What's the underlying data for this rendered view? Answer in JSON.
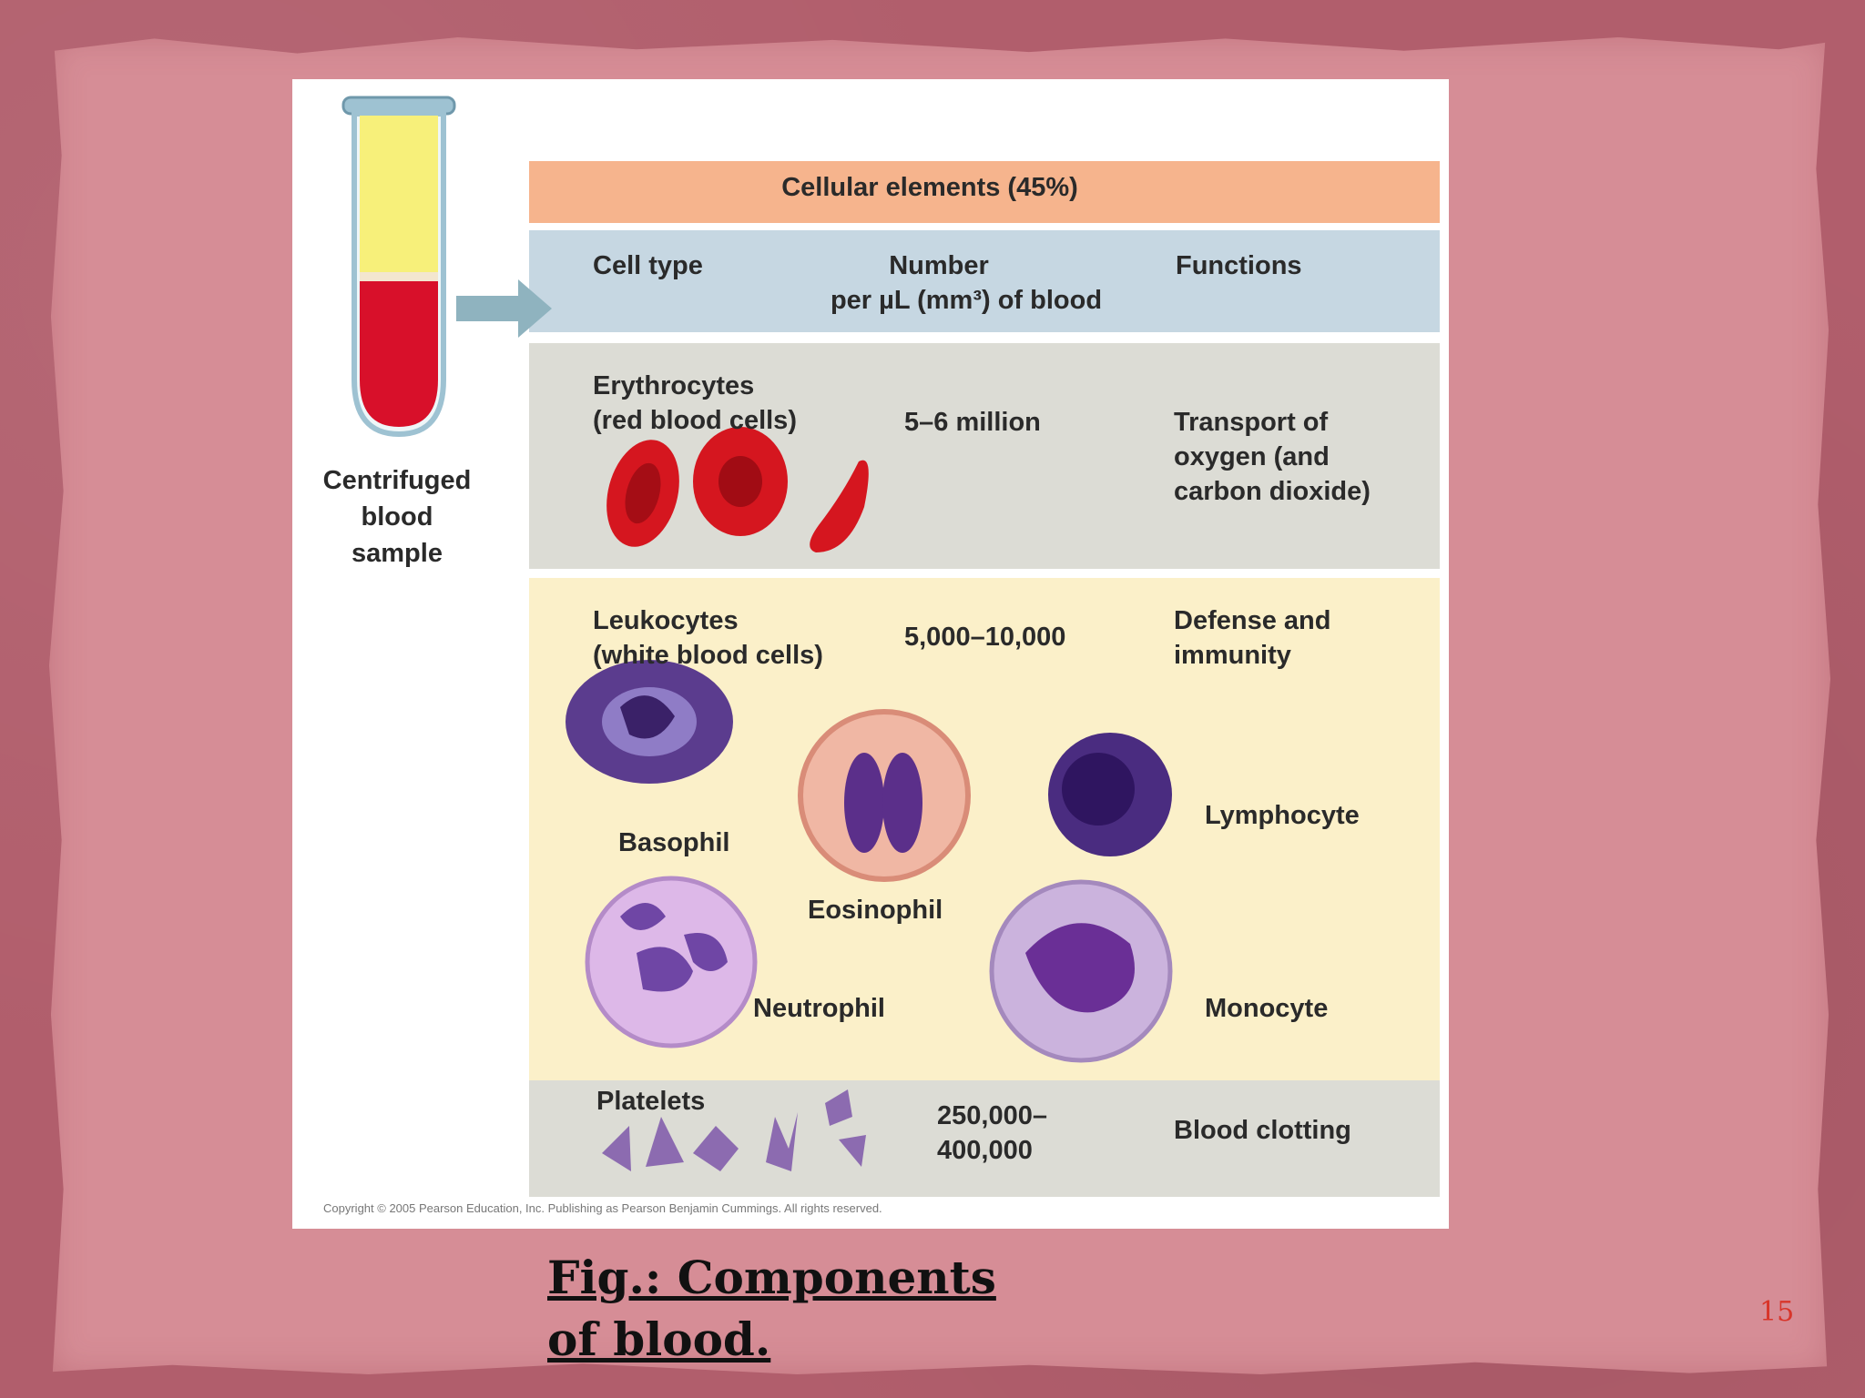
{
  "figure": {
    "header": "Cellular elements (45%)",
    "columns": {
      "cell_type": "Cell type",
      "number_line1": "Number",
      "number_line2": "per µL (mm³) of blood",
      "functions": "Functions"
    },
    "tube_label": [
      "Centrifuged",
      "blood",
      "sample"
    ],
    "erythrocytes": {
      "name_line1": "Erythrocytes",
      "name_line2": "(red blood cells)",
      "number": "5–6 million",
      "function_lines": [
        "Transport of",
        "oxygen (and",
        "carbon dioxide)"
      ]
    },
    "leukocytes": {
      "name_line1": "Leukocytes",
      "name_line2": "(white blood cells)",
      "number": "5,000–10,000",
      "function_lines": [
        "Defense and",
        "immunity"
      ],
      "cells": {
        "basophil": "Basophil",
        "eosinophil": "Eosinophil",
        "lymphocyte": "Lymphocyte",
        "neutrophil": "Neutrophil",
        "monocyte": "Monocyte"
      }
    },
    "platelets": {
      "name": "Platelets",
      "number_lines": [
        "250,000–",
        "400,000"
      ],
      "function": "Blood clotting"
    },
    "copyright": "Copyright © 2005 Pearson Education, Inc. Publishing as Pearson Benjamin Cummings. All rights reserved."
  },
  "caption": "Fig.: Components of blood.",
  "slide_number": "15",
  "colors": {
    "frame": "#b15e6c",
    "paper": "#d68d96",
    "header_band": "#f5b48e",
    "column_band": "#c9d9e3",
    "erythrocyte_band": "#dcdcd5",
    "leukocyte_band": "#fbf0c8",
    "platelet_band": "#dcdcd5",
    "plasma": "#f7f17a",
    "blood": "#d8102a",
    "slide_number": "#d8352a"
  }
}
